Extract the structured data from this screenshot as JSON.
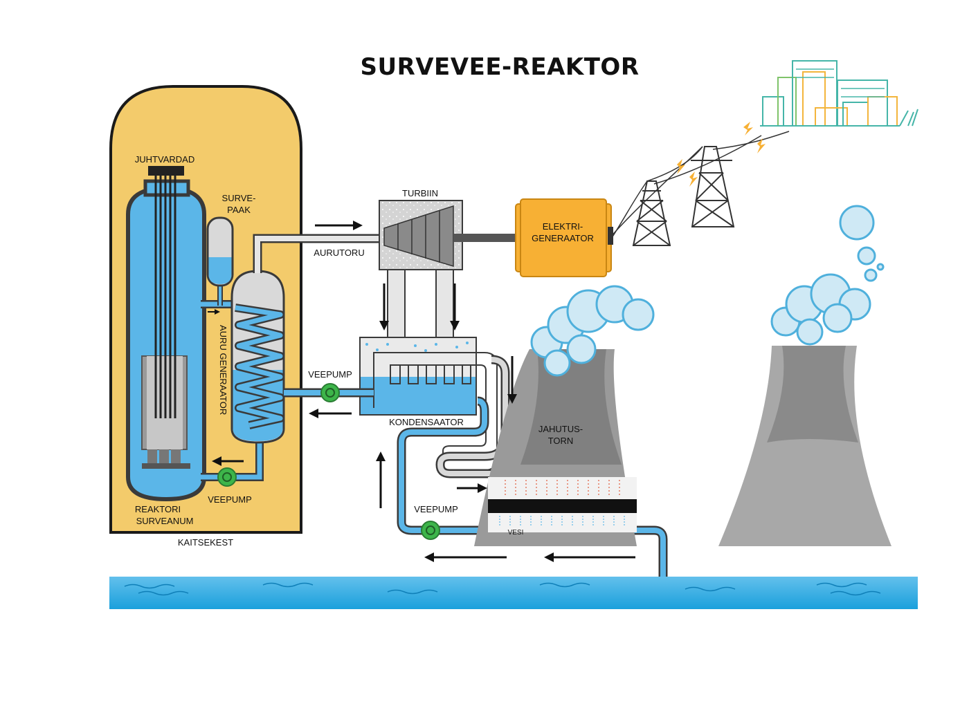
{
  "title": "SURVEVEE-REAKTOR",
  "labels": {
    "control_rods": "JUHTVARDAD",
    "pressurizer_line1": "SURVE-",
    "pressurizer_line2": "PAAK",
    "turbine": "TURBIIN",
    "generator_line1": "ELEKTRI-",
    "generator_line2": "GENERAATOR",
    "steam_pipe": "AURUTORU",
    "steam_generator": "AURU GENERAATOR",
    "pump_top": "VEEPUMP",
    "pump_reactor": "VEEPUMP",
    "pump_bottom": "VEEPUMP",
    "condenser": "KONDENSAATOR",
    "cooling_tower_line1": "JAHUTUS-",
    "cooling_tower_line2": "TORN",
    "water": "VESI",
    "vessel_line1": "REAKTORI",
    "vessel_line2": "SURVEANUM",
    "containment": "KAITSEKEST"
  },
  "colors": {
    "containment_fill": "#f3cb6b",
    "water_blue": "#5bb6e8",
    "pipe_grey": "#d9d9d9",
    "pump_green": "#3db54a",
    "generator_orange": "#f7b034",
    "tower_grey": "#9a9a9a",
    "steam": "#bfe3f3",
    "sea_blue": "#2aa8e0"
  }
}
